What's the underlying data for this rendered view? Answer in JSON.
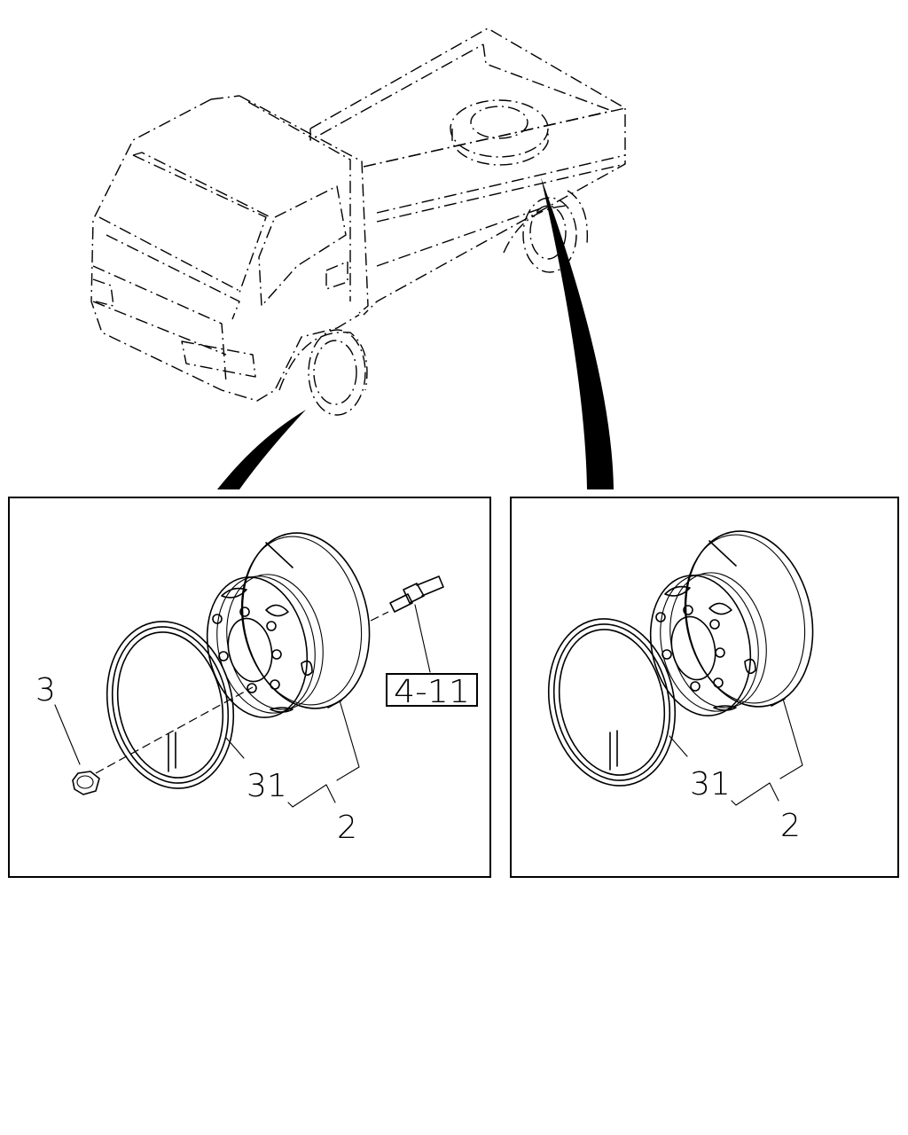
{
  "callouts": {
    "left_panel": {
      "nut": "3",
      "ring": "31",
      "wheel": "2",
      "reference": "4-11"
    },
    "right_panel": {
      "ring": "31",
      "wheel": "2"
    }
  },
  "icons": {
    "truck": "truck-outline-icon",
    "wheel": "wheel-rim-icon",
    "ring": "side-ring-icon",
    "nut": "hex-nut-icon",
    "stud": "hub-stud-icon"
  }
}
